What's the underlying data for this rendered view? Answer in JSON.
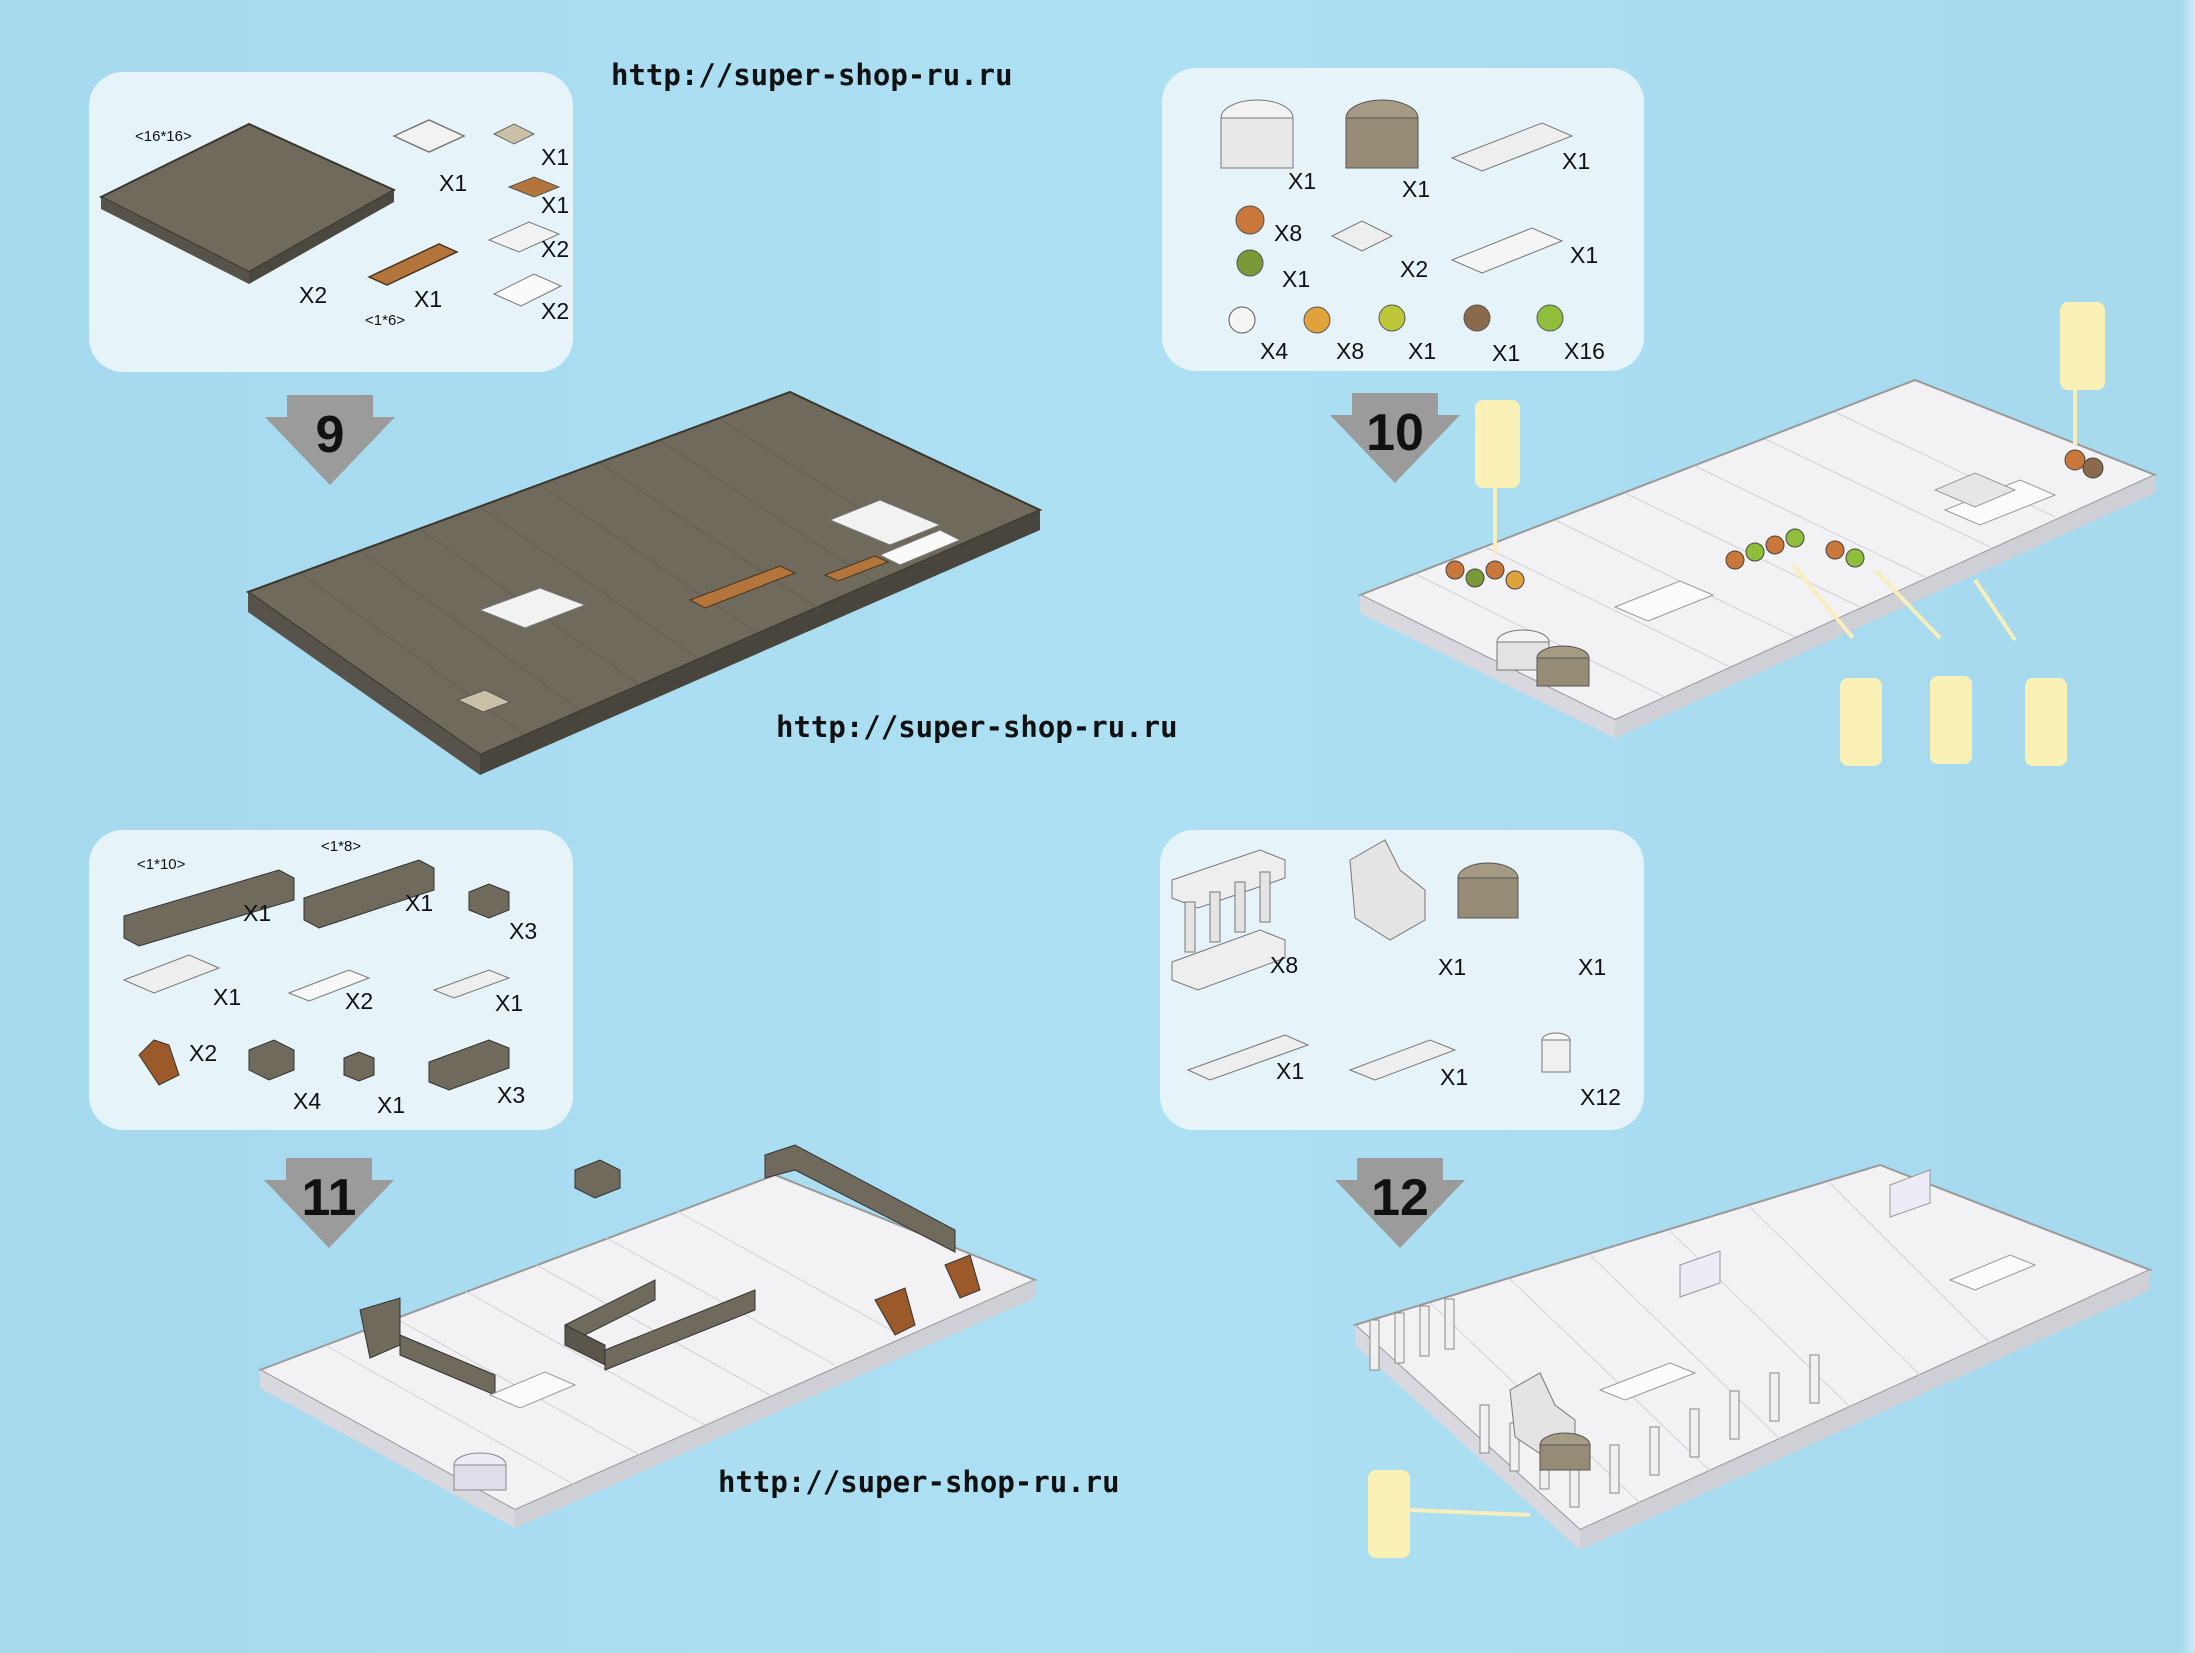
{
  "watermarks": {
    "top": "http://super-shop-ru.ru",
    "middle": "http://super-shop-ru.ru",
    "bottom": "http://super-shop-ru.ru"
  },
  "steps": {
    "s9": {
      "number": "9",
      "dims": {
        "plate": "<16*16>",
        "brick": "<1*6>"
      },
      "qty": {
        "plate": "X2",
        "plate2x2": "X1",
        "pin": "X1",
        "brick1x6": "X1",
        "plate1x4": "X2",
        "tile": "X2",
        "plate1x2b": "X1"
      }
    },
    "s10": {
      "number": "10",
      "qty": {
        "round_white": "X1",
        "round_tan": "X1",
        "plate1x4": "X1",
        "orange8": "X8",
        "green1": "X1",
        "plate2x2": "X2",
        "tile": "X1",
        "white4": "X4",
        "yorange8": "X8",
        "yellow1": "X1",
        "brown1": "X1",
        "lime16": "X16"
      }
    },
    "s11": {
      "number": "11",
      "dims": {
        "a": "<1*10>",
        "b": "<1*8>"
      },
      "qty": {
        "brick10": "X1",
        "brick8": "X1",
        "corner": "X3",
        "plate2x4": "X1",
        "tile": "X2",
        "plate1x4": "X1",
        "slope": "X2",
        "brick2x2": "X4",
        "brick1x1": "X1",
        "brick1x4": "X3"
      }
    },
    "s12": {
      "number": "12",
      "qty": {
        "fence": "X8",
        "chair": "X1",
        "round": "X1",
        "tile": "X1",
        "plate": "X1",
        "cylinder": "X12"
      }
    }
  },
  "colors": {
    "background": "#a9dbf0",
    "panel": "#e6f4f9",
    "dark_gray": "#6f6a5c",
    "white_brick": "#f2f2f2",
    "orange": "#c9773a",
    "tan": "#9c8f7a",
    "callout": "#fbf1b6",
    "arrow_gray": "#9b9b9b"
  }
}
